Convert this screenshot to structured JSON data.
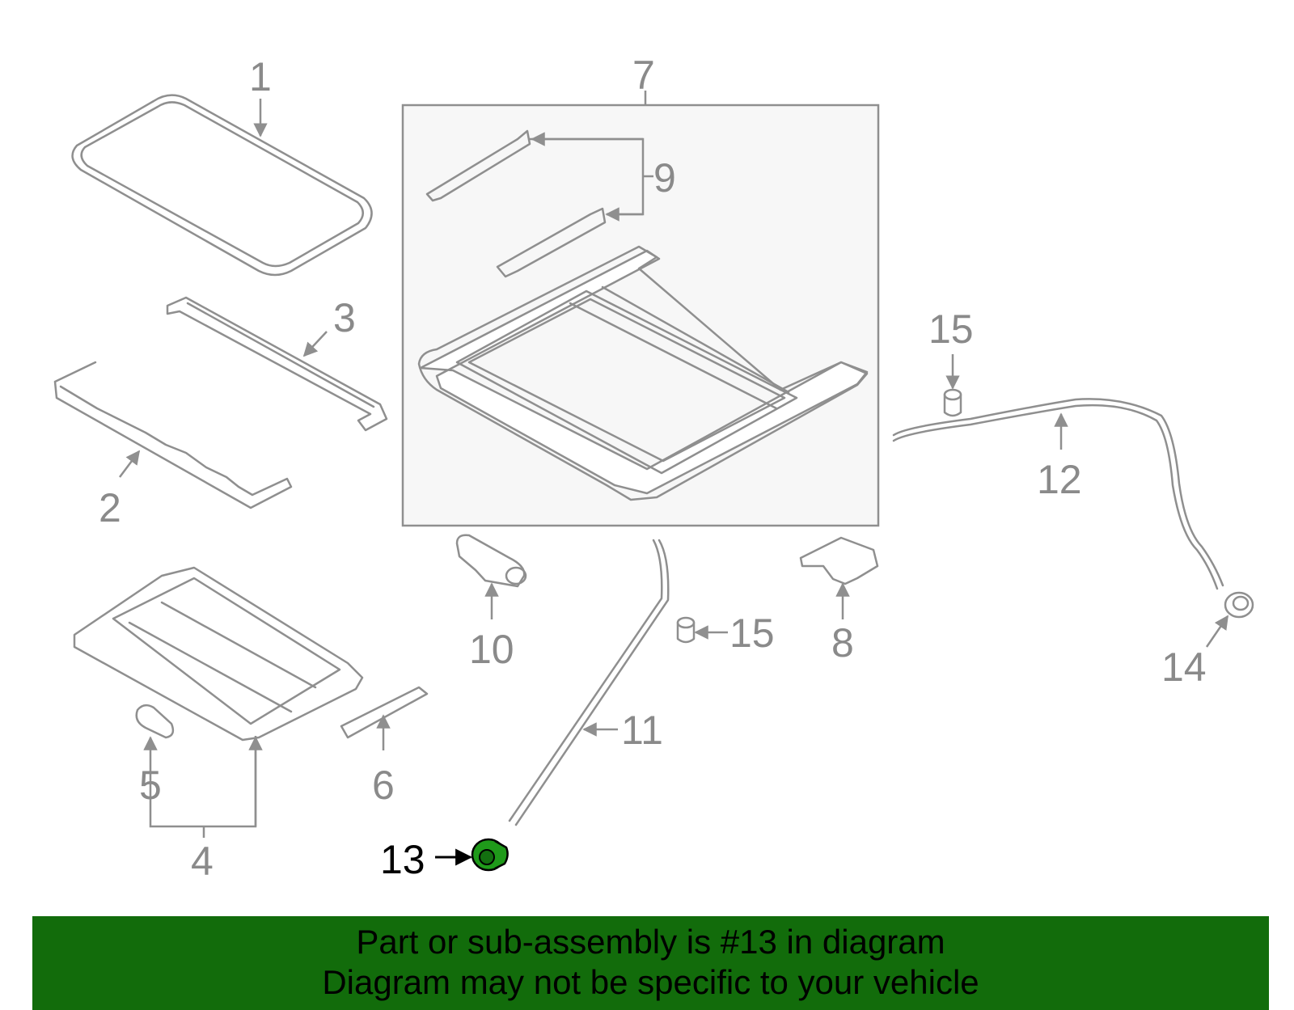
{
  "colors": {
    "part_stroke": "#8f8f8f",
    "callout_text": "#8a8a8a",
    "highlight_part": "#1f9a1a",
    "highlight_text": "#000000",
    "banner_background": "#126c0b",
    "assembly_box_fill": "#f7f7f7"
  },
  "callouts": {
    "c1": "1",
    "c2": "2",
    "c3": "3",
    "c4": "4",
    "c5": "5",
    "c6": "6",
    "c7": "7",
    "c8": "8",
    "c9": "9",
    "c10": "10",
    "c11": "11",
    "c12": "12",
    "c13": "13",
    "c14": "14",
    "c15a": "15",
    "c15b": "15"
  },
  "highlighted_part": "13",
  "footer": {
    "line1": "Part or sub-assembly is #13 in diagram",
    "line2": "Diagram may not be specific to your vehicle"
  }
}
